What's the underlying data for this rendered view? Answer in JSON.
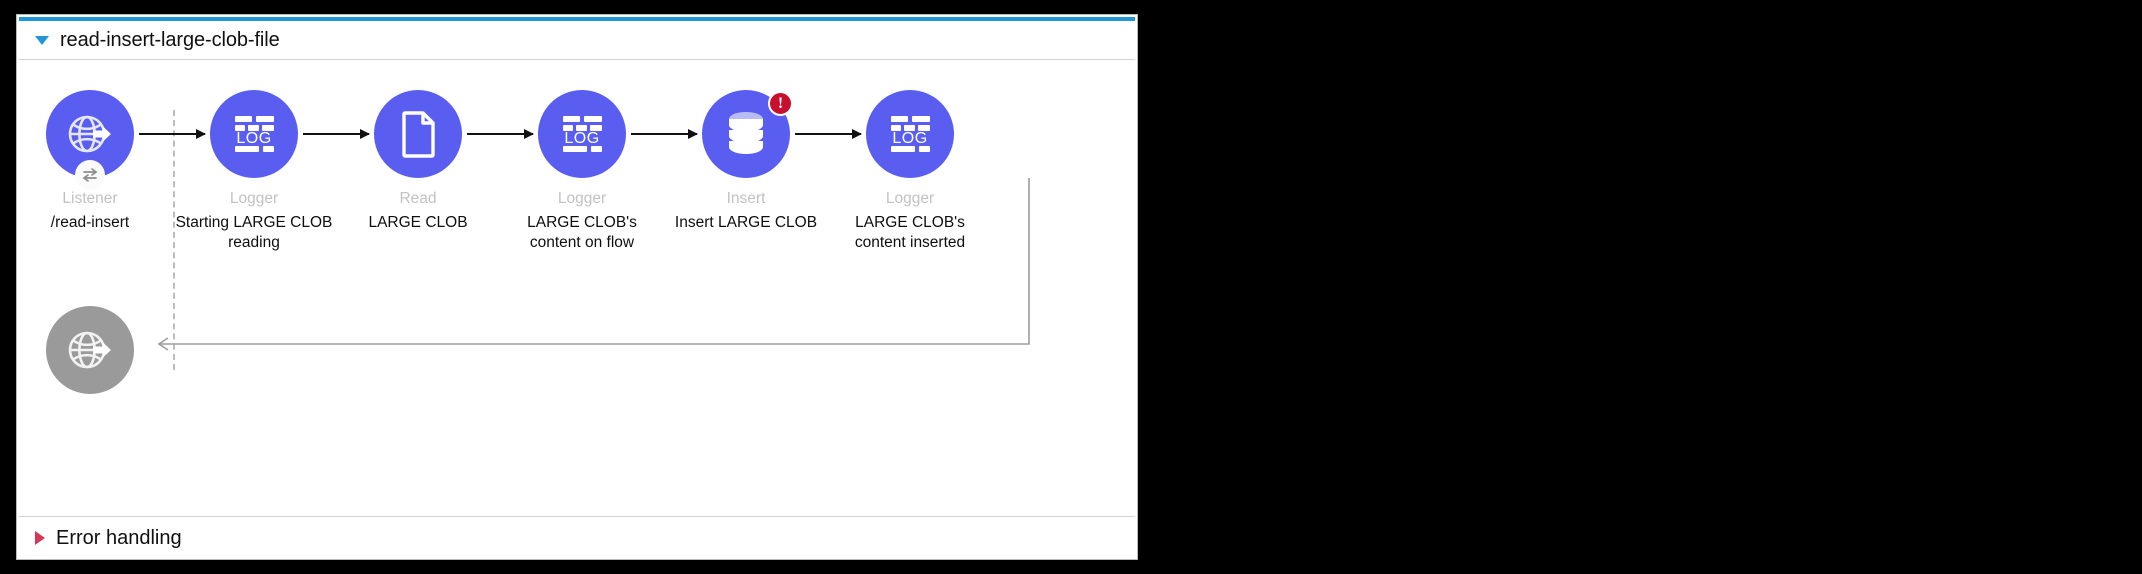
{
  "header": {
    "title": "read-insert-large-clob-file",
    "toggle_icon": "triangle-down-icon",
    "accent_color": "#2196d9"
  },
  "footer": {
    "label": "Error handling",
    "toggle_icon": "triangle-right-icon",
    "accent_color": "#d6365a"
  },
  "colors": {
    "node_fill": "#5a5ef0",
    "node_fill_disabled": "#9a9a9a",
    "error_badge": "#c8102e",
    "kind_text": "#c2c2c2",
    "label_text": "#0e0e0e"
  },
  "flow": {
    "nodes": [
      {
        "icon": "globe-arrow-icon",
        "kind": "Listener",
        "label": "/read-insert",
        "badge": "exchange-badge",
        "state": "active"
      },
      {
        "icon": "log-icon",
        "kind": "Logger",
        "label": "Starting LARGE CLOB reading",
        "badge": null,
        "state": "active"
      },
      {
        "icon": "document-icon",
        "kind": "Read",
        "label": "LARGE CLOB",
        "badge": null,
        "state": "active"
      },
      {
        "icon": "log-icon",
        "kind": "Logger",
        "label": "LARGE CLOB's content on flow",
        "badge": null,
        "state": "active"
      },
      {
        "icon": "database-icon",
        "kind": "Insert",
        "label": "Insert LARGE CLOB",
        "badge": "error-badge",
        "state": "error"
      },
      {
        "icon": "log-icon",
        "kind": "Logger",
        "label": "LARGE CLOB's content inserted",
        "badge": null,
        "state": "active"
      }
    ],
    "return_node": {
      "icon": "globe-arrow-icon",
      "kind": "",
      "label": "",
      "state": "disabled"
    },
    "error_badge_glyph": "!"
  }
}
